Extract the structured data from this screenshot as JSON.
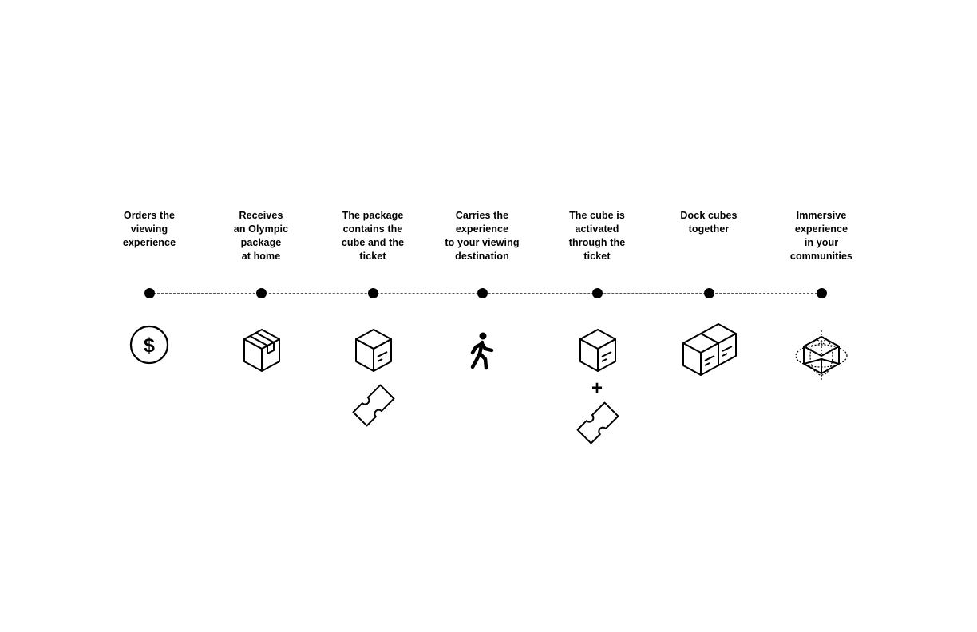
{
  "steps": [
    {
      "label": "Orders the\nviewing\nexperience",
      "icons": [
        "dollar-coin-icon"
      ]
    },
    {
      "label": "Receives\nan Olympic\npackage\nat home",
      "icons": [
        "package-box-icon"
      ]
    },
    {
      "label": "The package\ncontains the\ncube and the\nticket",
      "icons": [
        "cube-icon",
        "ticket-icon"
      ]
    },
    {
      "label": "Carries the\nexperience\nto your viewing\ndestination",
      "icons": [
        "walking-person-icon"
      ]
    },
    {
      "label": "The cube is\nactivated\nthrough the\nticket",
      "icons": [
        "cube-icon",
        "plus-icon",
        "ticket-icon"
      ]
    },
    {
      "label": "Dock cubes\ntogether",
      "icons": [
        "docked-cubes-icon"
      ]
    },
    {
      "label": "Immersive\nexperience\nin your\ncommunities",
      "icons": [
        "immersive-cube-icon"
      ]
    }
  ],
  "plus_symbol": "+",
  "currency_symbol": "$"
}
